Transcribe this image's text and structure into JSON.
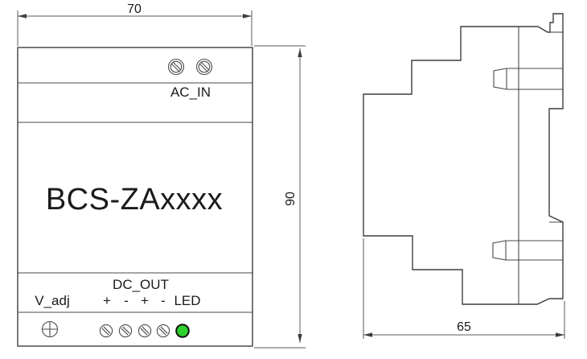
{
  "views": {
    "front": {
      "model": "BCS-ZAxxxx",
      "ac_in": "AC_IN",
      "dc_out": "DC_OUT",
      "v_adj": "V_adj",
      "terminals": [
        "+",
        "-",
        "+",
        "-"
      ],
      "led": "LED"
    },
    "dimensions": {
      "width": "70",
      "height": "90",
      "depth": "65"
    }
  },
  "icons": {
    "top_screws": "slotted-screw-icon",
    "bottom_screws": "slotted-screw-icon",
    "adjuster": "cross-screw-potentiometer-icon",
    "led": "green-led-indicator"
  },
  "colors": {
    "led_green": "#2dd22d",
    "line": "#3e3e3e",
    "text": "#1b1b1b",
    "background": "#ffffff"
  }
}
